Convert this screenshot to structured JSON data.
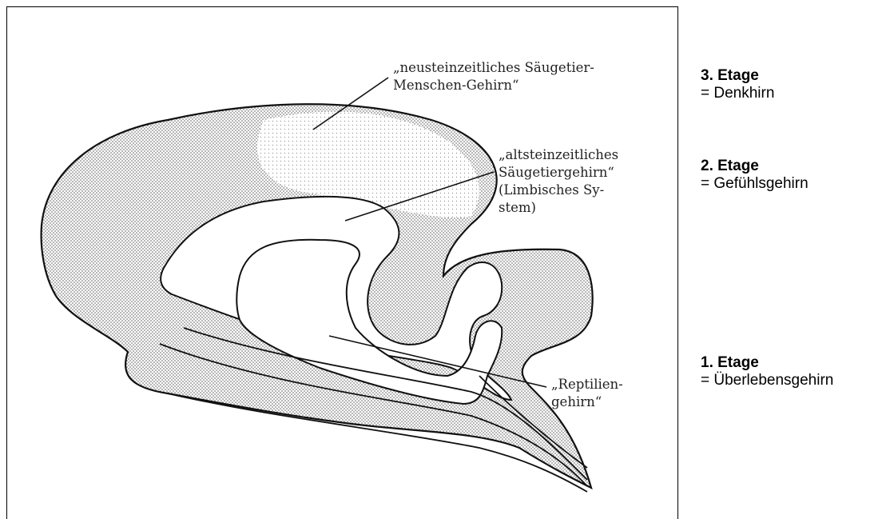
{
  "diagram": {
    "labels": {
      "neocortex": "„neusteinzeitliches Säugetier-\nMenschen-Gehirn“",
      "limbic": "„altsteinzeitliches\nSäugetiergehirn“\n(Limbisches Sy-\nstem)",
      "reptile": "„Reptilien-\ngehirn“"
    }
  },
  "legend": {
    "items": [
      {
        "title": "3. Etage",
        "desc": "= Denkhirn"
      },
      {
        "title": "2. Etage",
        "desc": "= Gefühlsgehirn"
      },
      {
        "title": "1. Etage",
        "desc": "= Überlebensgehirn"
      }
    ]
  }
}
